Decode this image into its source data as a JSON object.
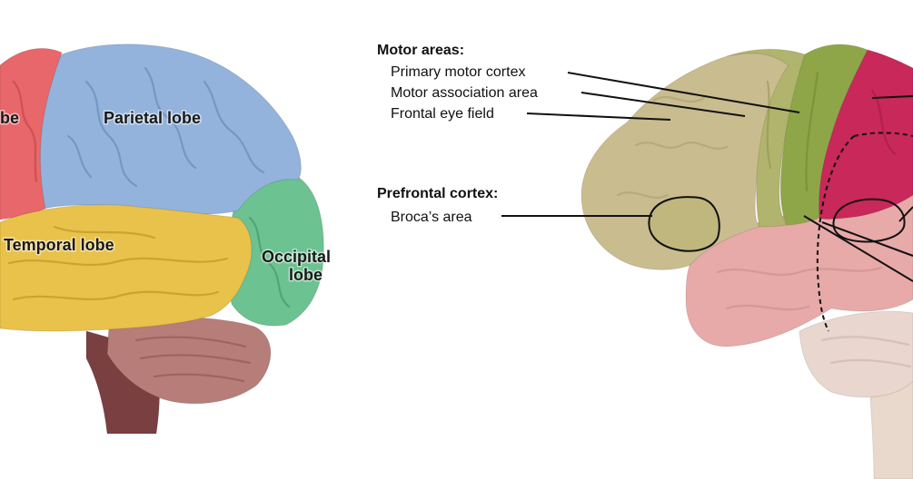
{
  "left_panel": {
    "labels": {
      "frontal": "be",
      "parietal": "Parietal lobe",
      "temporal": "Temporal lobe",
      "occipital_line1": "Occipital",
      "occipital_line2": "lobe"
    },
    "colors": {
      "frontal": "#e7676a",
      "parietal": "#93b3dc",
      "temporal": "#e8c24a",
      "occipital": "#6cc291",
      "cerebellum": "#b77d78",
      "brainstem": "#7a3f41"
    }
  },
  "right_panel": {
    "groups": [
      {
        "heading": "Motor areas:",
        "items": [
          "Primary motor cortex",
          "Motor association area",
          "Frontal eye field"
        ]
      },
      {
        "heading": "Prefrontal cortex:",
        "items": [
          "Broca’s area"
        ]
      }
    ],
    "colors": {
      "prefrontal": "#c9bc8f",
      "motor_association": "#b0b46d",
      "primary_motor": "#8ea648",
      "somatosensory": "#c8285a",
      "parietal_temporal": "#e7aaa9",
      "cerebellum": "#e8d6cf",
      "brainstem": "#e9d8cc"
    }
  }
}
